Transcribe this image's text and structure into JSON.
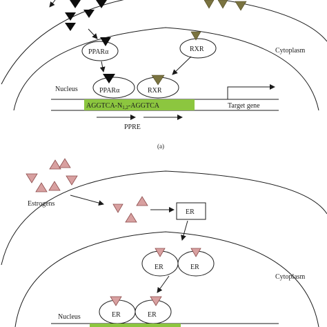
{
  "panel_a": {
    "caption": "(a)",
    "cytoplasm_label": "Cytoplasm",
    "nucleus_label": "Nucleus",
    "ppar_label": "PPARα",
    "ppar_bound_label": "PPARα",
    "rxr_label": "RXR",
    "rxr_bound_label": "RXR",
    "dna_sequence": "AGGTCA-N",
    "dna_subscript": "1,2",
    "dna_sequence_end": "-AGGTCA",
    "target_gene_label": "Target gene",
    "ppre_label": "PPRE"
  },
  "panel_b": {
    "estrogens_label": "Estrogens",
    "er_label": "ER",
    "er_dimer_left": "ER",
    "er_dimer_right": "ER",
    "er_bound_left": "ER",
    "er_bound_right": "ER",
    "cytoplasm_label": "Cytoplasm",
    "nucleus_label": "Nucleus"
  },
  "colors": {
    "ppar_ligand": "#0d0d0d",
    "rxr_ligand": "#7a7340",
    "estrogen": "#d8a0a0",
    "estrogen_edge": "#8a4a4a",
    "dna_highlight": "#8cc63f",
    "line": "#1a1a1a"
  },
  "icons": {
    "ppar_ligand": "black-triangle-icon",
    "rxr_ligand": "olive-triangle-icon",
    "estrogen": "pink-triangle-icon",
    "arrow": "arrow-icon"
  }
}
